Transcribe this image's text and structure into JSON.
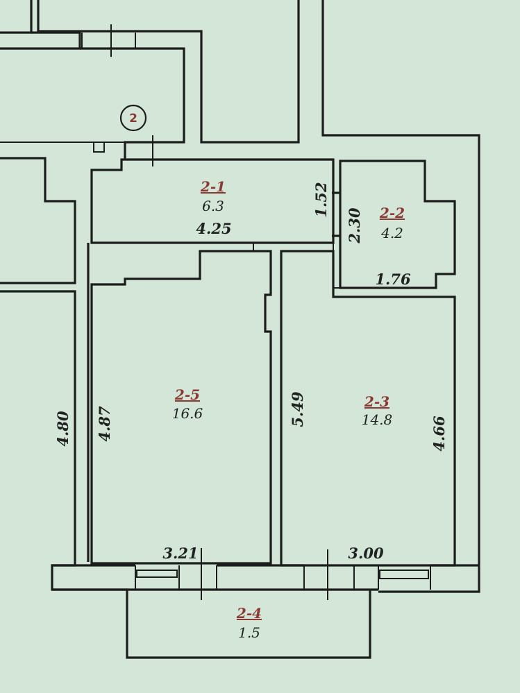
{
  "flat_marker": "2",
  "rooms": [
    {
      "key": "r1",
      "id": "2-1",
      "area": "6.3"
    },
    {
      "key": "r2",
      "id": "2-2",
      "area": "4.2"
    },
    {
      "key": "r3",
      "id": "2-3",
      "area": "14.8"
    },
    {
      "key": "r4",
      "id": "2-4",
      "area": "1.5"
    },
    {
      "key": "r5",
      "id": "2-5",
      "area": "16.6"
    }
  ],
  "dimensions": {
    "d_425": "4.25",
    "d_152": "1.52",
    "d_230": "2.30",
    "d_176": "1.76",
    "d_487": "4.87",
    "d_480": "4.80",
    "d_549": "5.49",
    "d_466": "4.66",
    "d_321": "3.21",
    "d_300": "3.00"
  },
  "colors": {
    "paper": "#d3e6d8",
    "ink": "#1b1d1c",
    "room_id": "#8a3a33"
  }
}
